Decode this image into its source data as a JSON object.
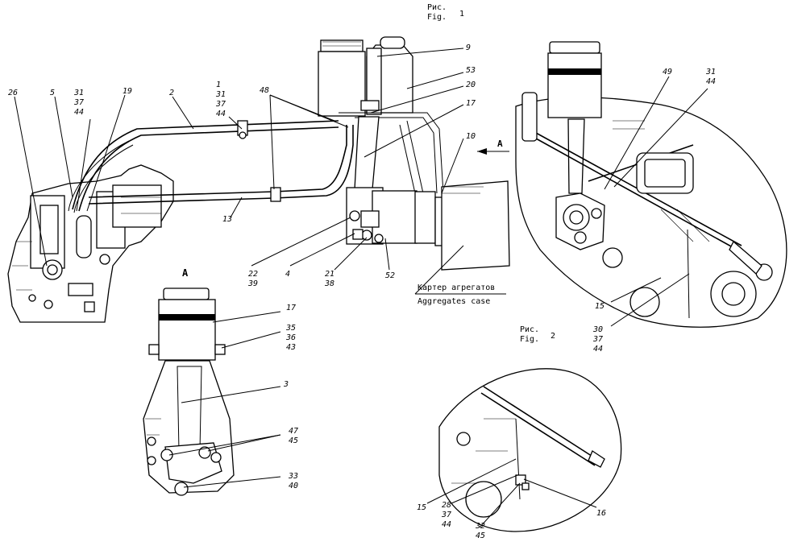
{
  "captions": {
    "fig1_ru": "Рис.",
    "fig1_en": "Fig.",
    "fig1_num": "1",
    "fig2_ru": "Рис.",
    "fig2_en": "Fig.",
    "fig2_num": "2",
    "view_a_arrow": "A",
    "view_a_title": "A",
    "case_ru": "Картер агрегатов",
    "case_en": "Aggregates case"
  },
  "labels": {
    "l26": "26",
    "l5": "5",
    "l31a": "31",
    "l37a": "37",
    "l44a": "44",
    "l19": "19",
    "l2": "2",
    "l1": "1",
    "l31b": "31",
    "l37b": "37",
    "l44b": "44",
    "l48": "48",
    "l9": "9",
    "l53": "53",
    "l20": "20",
    "l17a": "17",
    "l10": "10",
    "l13": "13",
    "l22": "22",
    "l39": "39",
    "l4": "4",
    "l21": "21",
    "l38": "38",
    "l52": "52",
    "l49": "49",
    "l31c": "31",
    "l44c": "44",
    "l15a": "15",
    "l30": "30",
    "l37c": "37",
    "l44d": "44",
    "l17b": "17",
    "l35": "35",
    "l36": "36",
    "l43": "43",
    "l3": "3",
    "l47": "47",
    "l45a": "45",
    "l33": "33",
    "l40": "40",
    "l15b": "15",
    "l28": "28",
    "l37d": "37",
    "l44e": "44",
    "l16": "16",
    "l32": "32",
    "l45b": "45"
  }
}
